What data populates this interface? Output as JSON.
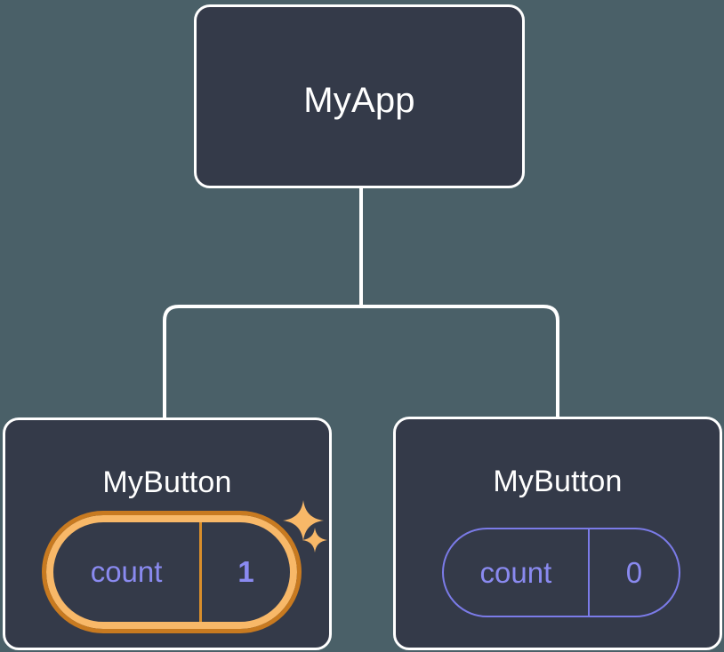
{
  "diagram": {
    "type": "component-tree",
    "background_color": "#4a6068",
    "node_fill_color": "#343a49",
    "node_border_color": "#ffffff",
    "connector_color": "#ffffff",
    "state_accent_color": "#8a8af0",
    "highlight_ring_inner_color": "#f8b868",
    "highlight_ring_outer_color": "#c87a20",
    "sparkle_color": "#f8b868"
  },
  "root": {
    "label": "MyApp"
  },
  "children": [
    {
      "label": "MyButton",
      "state": {
        "key": "count",
        "value": "1"
      },
      "highlighted": true
    },
    {
      "label": "MyButton",
      "state": {
        "key": "count",
        "value": "0"
      },
      "highlighted": false
    }
  ]
}
